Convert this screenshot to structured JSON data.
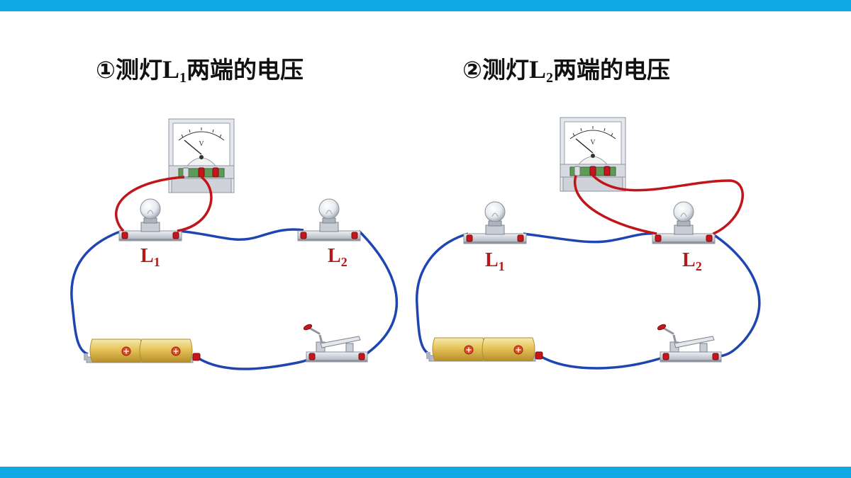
{
  "colors": {
    "accent_bar": "#0fa9e6",
    "voltmeter_wire": "#c0151b",
    "circuit_wire": "#1f45b0",
    "label": "#b3191b"
  },
  "panels": [
    {
      "title_prefix": "①测灯",
      "title_lamp_letter": "L",
      "title_lamp_sub": "1",
      "title_suffix": "两端的电压",
      "lamp1": {
        "letter": "L",
        "sub": "1"
      },
      "lamp2": {
        "letter": "L",
        "sub": "2"
      },
      "voltmeter_symbol": "V",
      "measured_lamp": "L1"
    },
    {
      "title_prefix": "②测灯",
      "title_lamp_letter": "L",
      "title_lamp_sub": "2",
      "title_suffix": "两端的电压",
      "lamp1": {
        "letter": "L",
        "sub": "1"
      },
      "lamp2": {
        "letter": "L",
        "sub": "2"
      },
      "voltmeter_symbol": "V",
      "measured_lamp": "L2"
    }
  ],
  "icons": [
    "voltmeter-icon",
    "lamp-icon",
    "battery-icon",
    "switch-icon"
  ]
}
